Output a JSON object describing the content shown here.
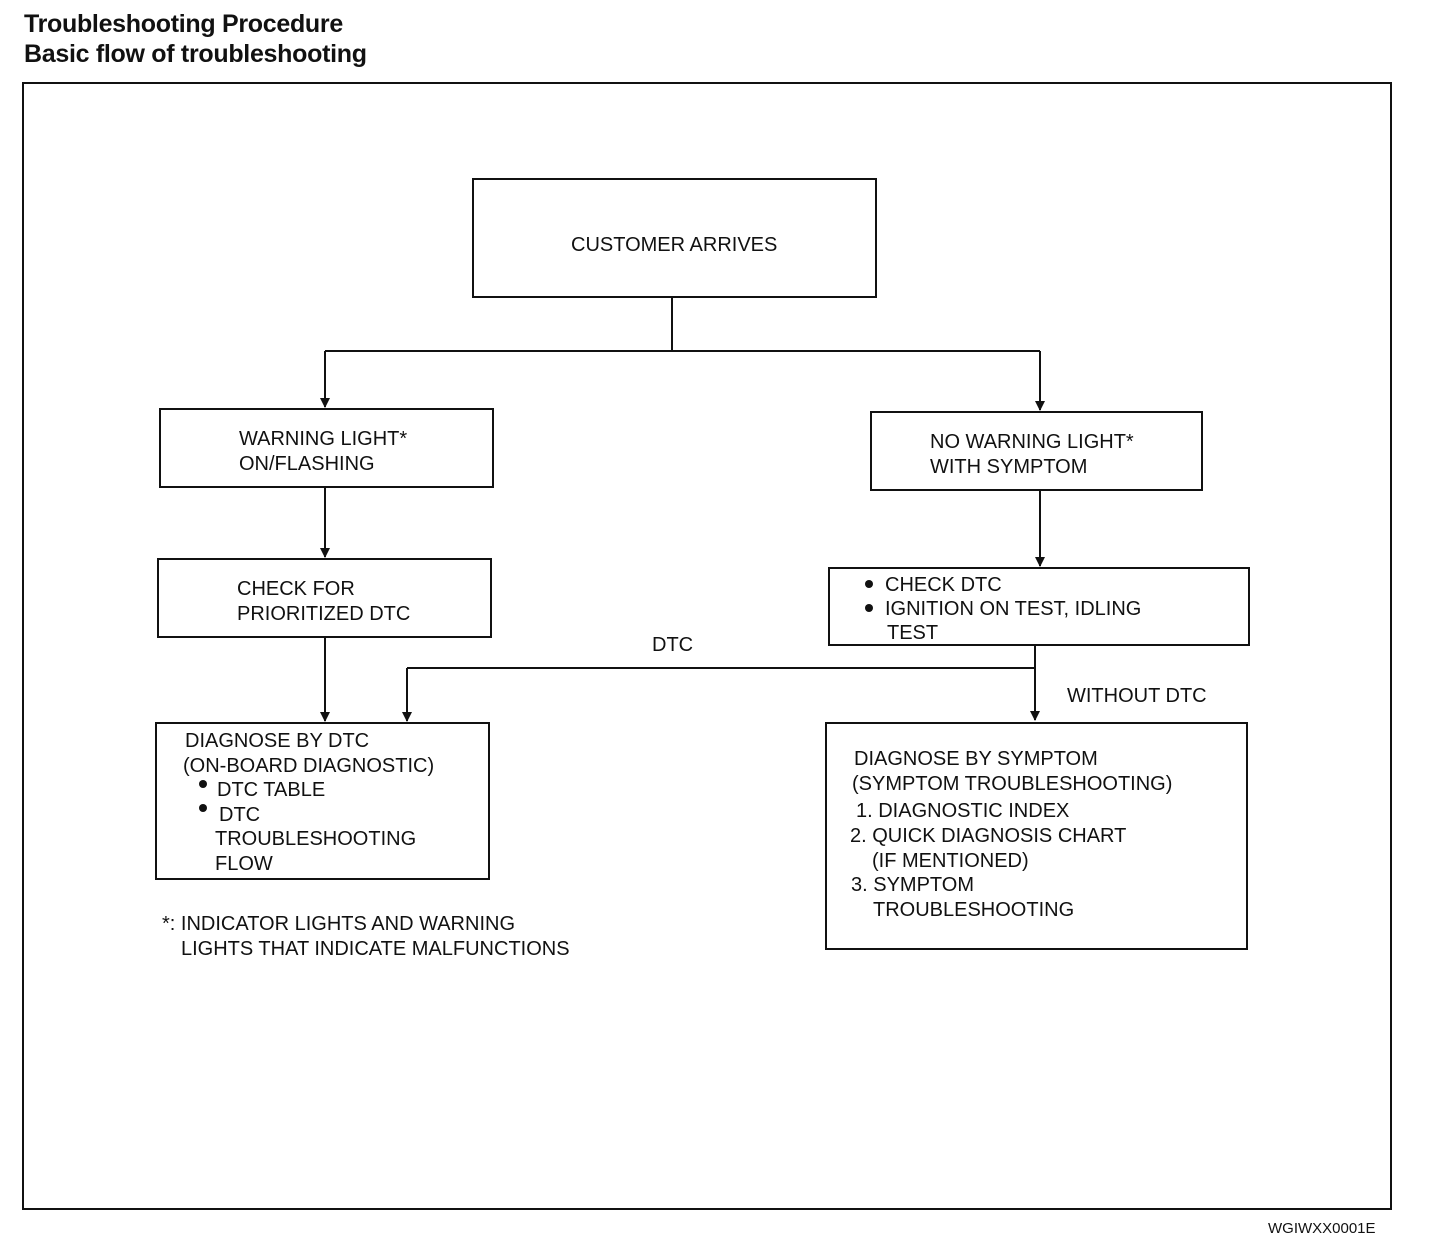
{
  "header": {
    "title": "Troubleshooting Procedure",
    "subtitle": "Basic flow of troubleshooting"
  },
  "nodes": {
    "customer_arrives": "CUSTOMER ARRIVES",
    "warning_light": [
      "WARNING LIGHT*",
      "ON/FLASHING"
    ],
    "no_warning_light": [
      "NO WARNING LIGHT*",
      "WITH SYMPTOM"
    ],
    "check_prioritized_dtc": [
      "CHECK FOR",
      "PRIORITIZED DTC"
    ],
    "check_dtc_tests": {
      "item1": "CHECK DTC",
      "item2_line1": "IGNITION ON TEST, IDLING",
      "item2_line2": "TEST"
    },
    "diagnose_by_dtc": {
      "line1": "DIAGNOSE BY DTC",
      "line2": "(ON-BOARD DIAGNOSTIC)",
      "item1": "DTC TABLE",
      "item2_line1": "DTC",
      "item2_line2": "TROUBLESHOOTING",
      "item2_line3": "FLOW"
    },
    "diagnose_by_symptom": [
      "DIAGNOSE BY SYMPTOM",
      "(SYMPTOM TROUBLESHOOTING)",
      "1. DIAGNOSTIC INDEX",
      "2. QUICK DIAGNOSIS CHART",
      "(IF MENTIONED)",
      "3. SYMPTOM",
      "TROUBLESHOOTING"
    ]
  },
  "edge_labels": {
    "dtc": "DTC",
    "without_dtc": "WITHOUT DTC"
  },
  "footnote": [
    "*: INDICATOR LIGHTS AND WARNING",
    "LIGHTS THAT INDICATE MALFUNCTIONS"
  ],
  "figure_code": "WGIWXX0001E"
}
